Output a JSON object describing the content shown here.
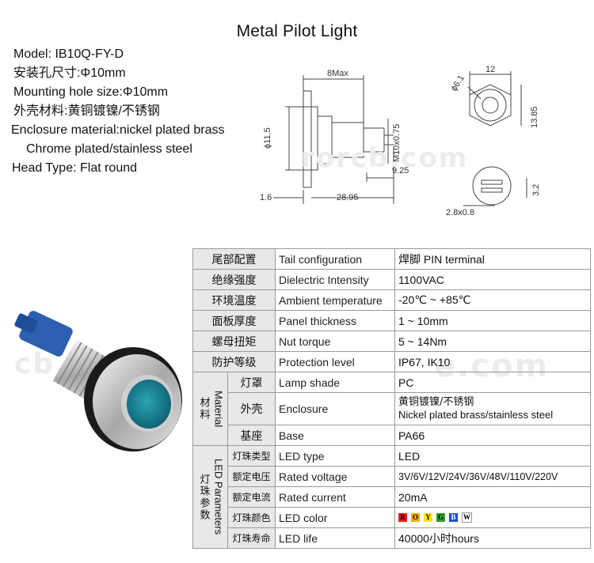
{
  "title": "Metal Pilot Light",
  "specs_left": [
    "Model: IB10Q-FY-D",
    "安装孔尺寸:Φ10mm",
    "Mounting hole size:Φ10mm",
    "外壳材料:黄铜镀镍/不锈钢",
    "Enclosure material:nickel plated brass",
    "Chrome plated/stainless steel",
    "Head Type: Flat round"
  ],
  "drawing": {
    "dims": [
      "8Max",
      "12",
      "ϕ6.1",
      "ϕ11.5",
      "M10x0.75",
      "13.85",
      "9.25",
      "1.6",
      "28.95",
      "3.2",
      "2.8x0.8"
    ]
  },
  "watermarks": [
    "rorcb.com",
    "cb.com",
    "e.com"
  ],
  "table": {
    "rows": [
      {
        "zh": "尾部配置",
        "en": "Tail configuration",
        "val": "焊脚  PIN terminal"
      },
      {
        "zh": "绝缘强度",
        "en": "Dielectric Intensity",
        "val": "1100VAC"
      },
      {
        "zh": "环境温度",
        "en": "Ambient temperature",
        "val": "-20℃ ~ +85℃"
      },
      {
        "zh": "面板厚度",
        "en": "Panel thickness",
        "val": "1 ~ 10mm"
      },
      {
        "zh": "螺母扭矩",
        "en": "Nut torque",
        "val": "5 ~ 14Nm"
      },
      {
        "zh": "防护等级",
        "en": "Protection level",
        "val": "IP67, IK10"
      }
    ],
    "material_group": {
      "zh": "材料",
      "en": "Material",
      "rows": [
        {
          "zh": "灯罩",
          "en": "Lamp shade",
          "val": "PC"
        },
        {
          "zh": "外壳",
          "en": "Enclosure",
          "val": "黄铜镀镍/不锈钢",
          "val2": "Nickel plated brass/stainless steel"
        },
        {
          "zh": "基座",
          "en": "Base",
          "val": "PA66"
        }
      ]
    },
    "led_group": {
      "zh": "灯珠参数",
      "en": "LED Parameters",
      "rows": [
        {
          "zh": "灯珠类型",
          "en": "LED type",
          "val": "LED"
        },
        {
          "zh": "额定电压",
          "en": "Rated voltage",
          "val": "3V/6V/12V/24V/36V/48V/110V/220V"
        },
        {
          "zh": "额定电流",
          "en": "Rated current",
          "val": "20mA"
        },
        {
          "zh": "灯珠颜色",
          "en": "LED color",
          "val": ""
        },
        {
          "zh": "灯珠寿命",
          "en": "LED life",
          "val": "40000小时hours"
        }
      ]
    },
    "led_colors": [
      {
        "letter": "R",
        "color": "#e0201f",
        "text_color": "#000000"
      },
      {
        "letter": "O",
        "color": "#f6a800",
        "text_color": "#000000"
      },
      {
        "letter": "Y",
        "color": "#ffe600",
        "text_color": "#000000"
      },
      {
        "letter": "G",
        "color": "#2aa12a",
        "text_color": "#000000"
      },
      {
        "letter": "B",
        "color": "#1e4fd6",
        "text_color": "#ffffff"
      },
      {
        "letter": "W",
        "color": "#ffffff",
        "text_color": "#000000"
      }
    ]
  }
}
